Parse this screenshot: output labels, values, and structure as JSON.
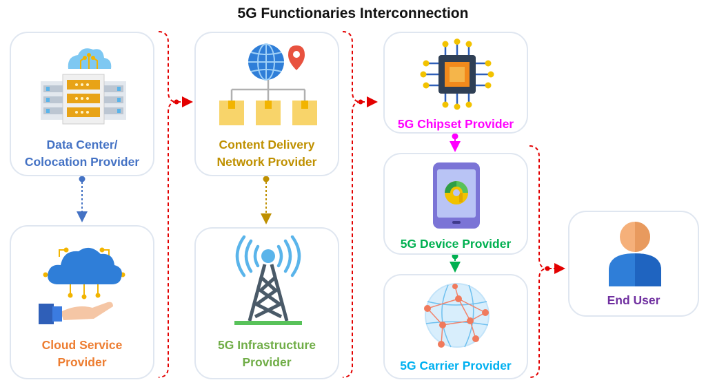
{
  "title": "5G Functionaries Interconnection",
  "nodes": {
    "data_center": {
      "label": "Data Center/\nColocation Provider",
      "color": "#4472c4",
      "icon": "server-cloud-icon"
    },
    "cloud_service": {
      "label": "Cloud Service\nProvider",
      "color": "#ed7d31",
      "icon": "cloud-hand-icon"
    },
    "cdn": {
      "label": "Content Delivery\nNetwork Provider",
      "color": "#bf9000",
      "icon": "globe-network-icon"
    },
    "infrastructure": {
      "label": "5G Infrastructure\nProvider",
      "color": "#70ad47",
      "icon": "antenna-tower-icon"
    },
    "chipset": {
      "label": "5G Chipset Provider",
      "color": "#ff00ff",
      "icon": "chip-icon"
    },
    "device": {
      "label": "5G Device Provider",
      "color": "#00b050",
      "icon": "smartphone-icon"
    },
    "carrier": {
      "label": "5G Carrier Provider",
      "color": "#00b0f0",
      "icon": "globe-network-icon"
    },
    "end_user": {
      "label": "End User",
      "color": "#7030a0",
      "icon": "user-icon"
    }
  },
  "connector_color": "#e30000"
}
